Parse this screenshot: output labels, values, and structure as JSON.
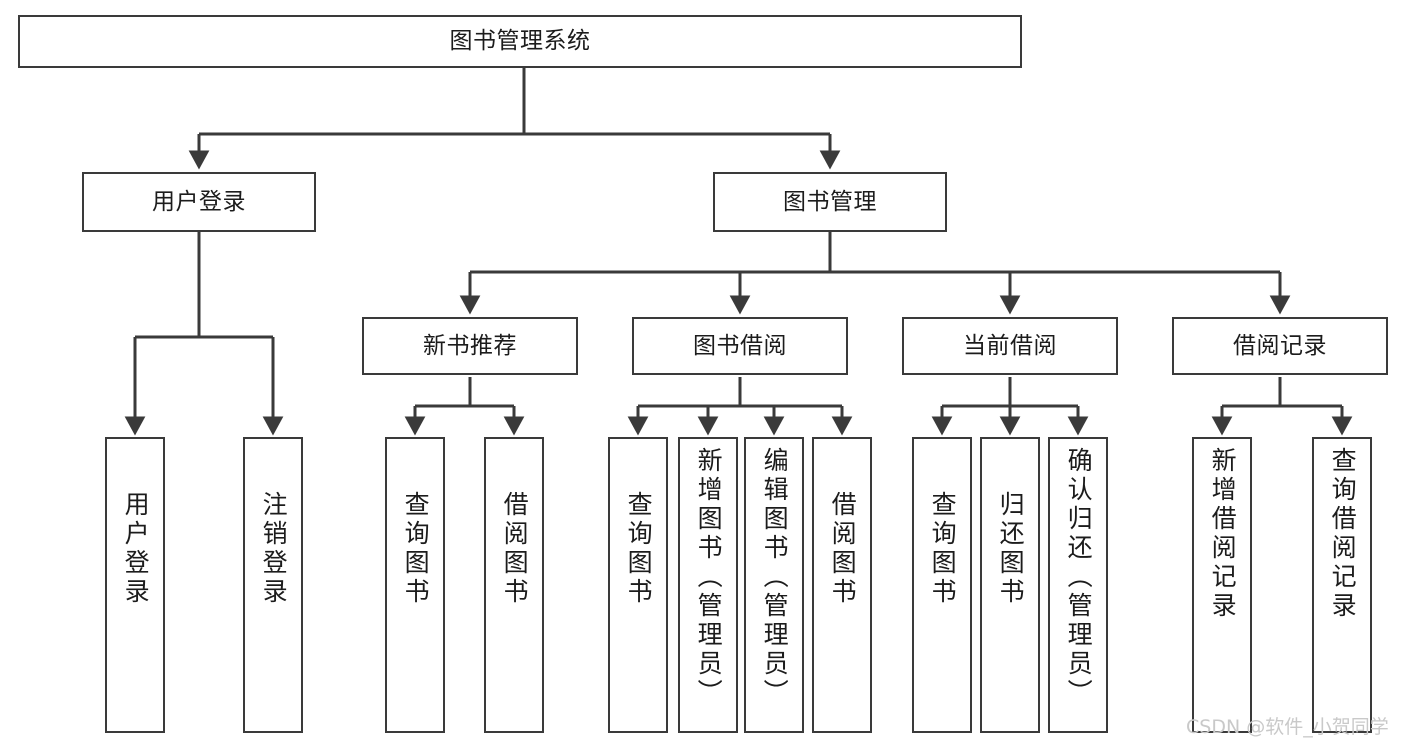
{
  "diagram": {
    "type": "hierarchy-tree",
    "title": "图书管理系统",
    "watermark": "CSDN @软件_小贺同学",
    "colors": {
      "stroke": "#3a3a3a",
      "fill": "#ffffff",
      "text": "#1c1c1c",
      "watermark": "#c9c9c9"
    },
    "root": {
      "label": "图书管理系统"
    },
    "level2": [
      {
        "label": "用户登录"
      },
      {
        "label": "图书管理"
      }
    ],
    "level3": [
      {
        "label": "新书推荐"
      },
      {
        "label": "图书借阅"
      },
      {
        "label": "当前借阅"
      },
      {
        "label": "借阅记录"
      }
    ],
    "leaves": {
      "user_login": [
        {
          "label": "用户登录"
        },
        {
          "label": "注销登录"
        }
      ],
      "new_book": [
        {
          "label": "查询图书"
        },
        {
          "label": "借阅图书"
        }
      ],
      "book_borrow": [
        {
          "label": "查询图书"
        },
        {
          "label": "新增图书（管理员）"
        },
        {
          "label": "编辑图书（管理员）"
        },
        {
          "label": "借阅图书"
        }
      ],
      "current_borrow": [
        {
          "label": "查询图书"
        },
        {
          "label": "归还图书"
        },
        {
          "label": "确认归还（管理员）"
        }
      ],
      "borrow_record": [
        {
          "label": "新增借阅记录"
        },
        {
          "label": "查询借阅记录"
        }
      ]
    }
  }
}
